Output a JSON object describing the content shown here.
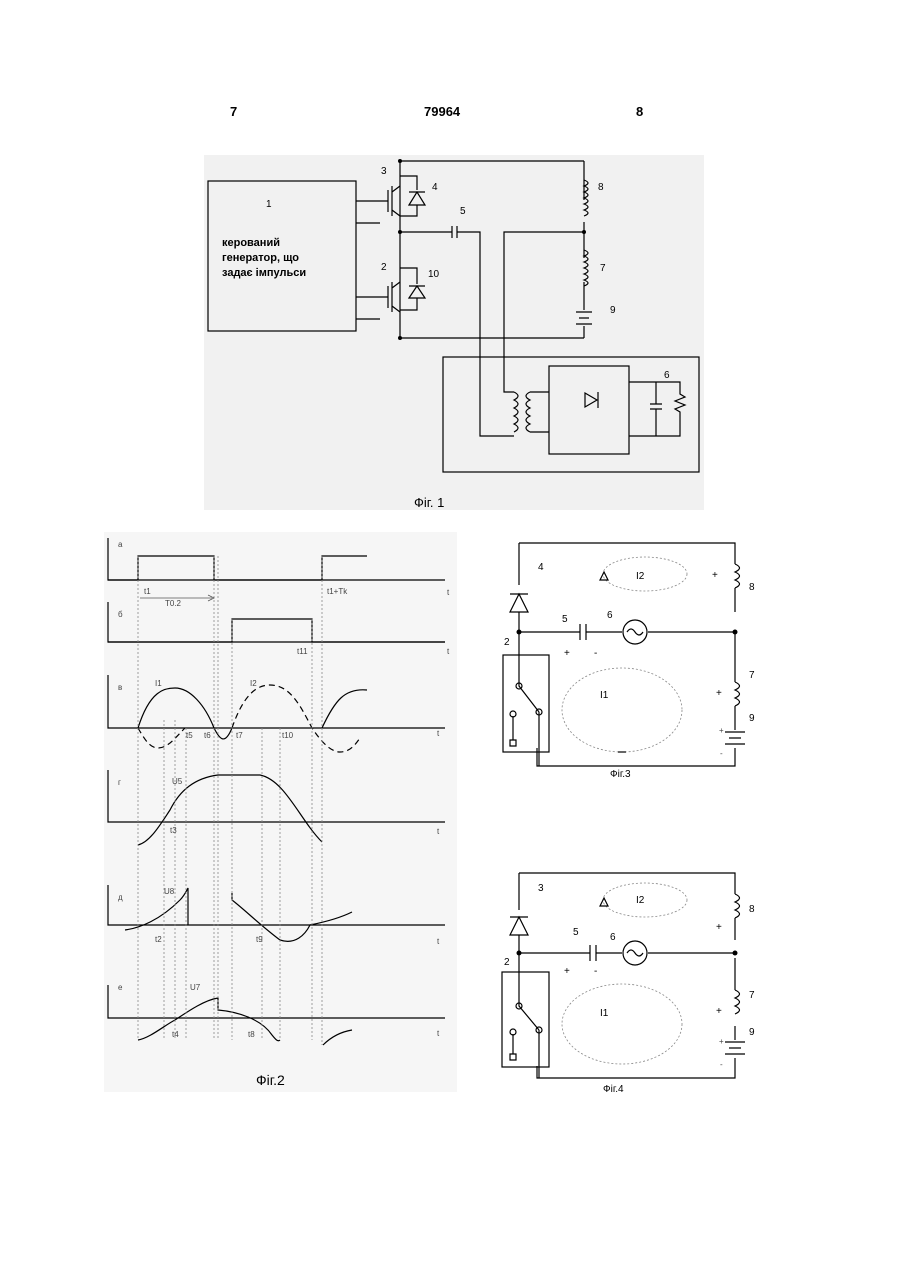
{
  "header": {
    "left_page": "7",
    "patent_number": "79964",
    "right_page": "8"
  },
  "fig1": {
    "block1_number": "1",
    "block1_text": [
      "керований",
      "генератор, що",
      "задає імпульси"
    ],
    "labels": [
      "3",
      "4",
      "5",
      "2",
      "10",
      "8",
      "7",
      "9",
      "6"
    ],
    "caption": "Фіг. 1"
  },
  "fig2": {
    "panel_letters": [
      "a",
      "б",
      "в",
      "г",
      "д",
      "е"
    ],
    "axis_label": "t",
    "annotations": [
      "t1",
      "T0.2",
      "t1+Tk",
      "t11",
      "I1",
      "I2",
      "t5",
      "t6",
      "t7",
      "t10",
      "U5",
      "t3",
      "U8",
      "t2",
      "t9",
      "U7",
      "t4",
      "t8"
    ],
    "caption": "Фіг.2"
  },
  "fig3": {
    "labels": [
      "4",
      "I2",
      "+",
      "8",
      "5",
      "6",
      "2",
      "+",
      "-",
      "7",
      "+",
      "I1",
      "9",
      "+",
      "-"
    ],
    "caption": "Фіг.3"
  },
  "fig4": {
    "labels": [
      "3",
      "I2",
      "8",
      "+",
      "5",
      "6",
      "2",
      "+",
      "-",
      "7",
      "+",
      "I1",
      "9",
      "+",
      "-"
    ],
    "caption": "Фіг.4"
  }
}
